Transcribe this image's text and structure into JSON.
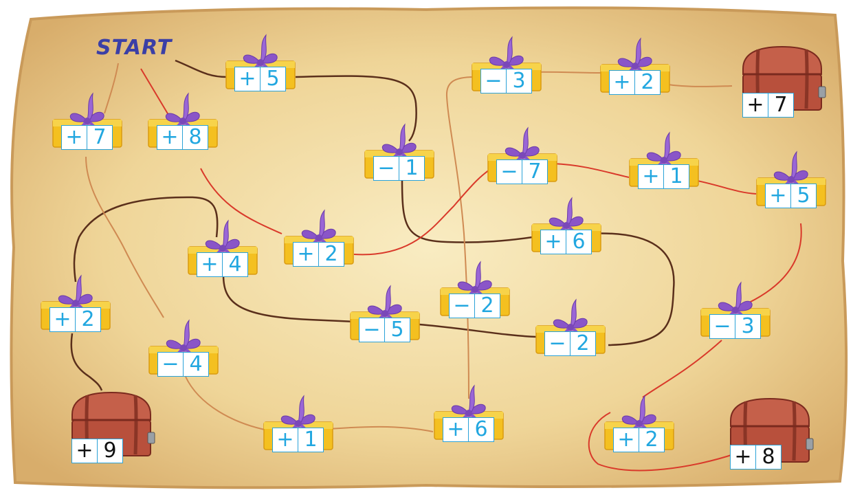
{
  "start_label": "START",
  "colors": {
    "parchment": "#f3dfa6",
    "parchment_edge": "#c9a062",
    "path_dark_brown": "#5a2f1b",
    "path_light_brown": "#cf8a52",
    "path_red": "#d9392a",
    "box_border": "#2aa2d8",
    "digit_blue": "#22a7e0",
    "gift_yellow": "#f4c020",
    "gift_ribbon": "#8a55c8",
    "chest_red": "#c5604a"
  },
  "icons": {
    "gift": "gift-box-icon",
    "chest": "treasure-chest-icon"
  },
  "items": [
    {
      "type": "gift",
      "sign": "+",
      "digit": "5"
    },
    {
      "type": "gift",
      "sign": "−",
      "digit": "3"
    },
    {
      "type": "gift",
      "sign": "+",
      "digit": "2"
    },
    {
      "type": "chest",
      "sign": "+",
      "digit": "7"
    },
    {
      "type": "gift",
      "sign": "+",
      "digit": "7"
    },
    {
      "type": "gift",
      "sign": "+",
      "digit": "8"
    },
    {
      "type": "gift",
      "sign": "−",
      "digit": "1"
    },
    {
      "type": "gift",
      "sign": "−",
      "digit": "7"
    },
    {
      "type": "gift",
      "sign": "+",
      "digit": "1"
    },
    {
      "type": "gift",
      "sign": "+",
      "digit": "5"
    },
    {
      "type": "gift",
      "sign": "+",
      "digit": "6"
    },
    {
      "type": "gift",
      "sign": "+",
      "digit": "2"
    },
    {
      "type": "gift",
      "sign": "+",
      "digit": "4"
    },
    {
      "type": "gift",
      "sign": "+",
      "digit": "2"
    },
    {
      "type": "gift",
      "sign": "−",
      "digit": "2"
    },
    {
      "type": "gift",
      "sign": "−",
      "digit": "5"
    },
    {
      "type": "gift",
      "sign": "−",
      "digit": "2"
    },
    {
      "type": "gift",
      "sign": "−",
      "digit": "3"
    },
    {
      "type": "gift",
      "sign": "−",
      "digit": "4"
    },
    {
      "type": "chest",
      "sign": "+",
      "digit": "9"
    },
    {
      "type": "gift",
      "sign": "+",
      "digit": "1"
    },
    {
      "type": "gift",
      "sign": "+",
      "digit": "6"
    },
    {
      "type": "gift",
      "sign": "+",
      "digit": "2"
    },
    {
      "type": "chest",
      "sign": "+",
      "digit": "8"
    }
  ]
}
